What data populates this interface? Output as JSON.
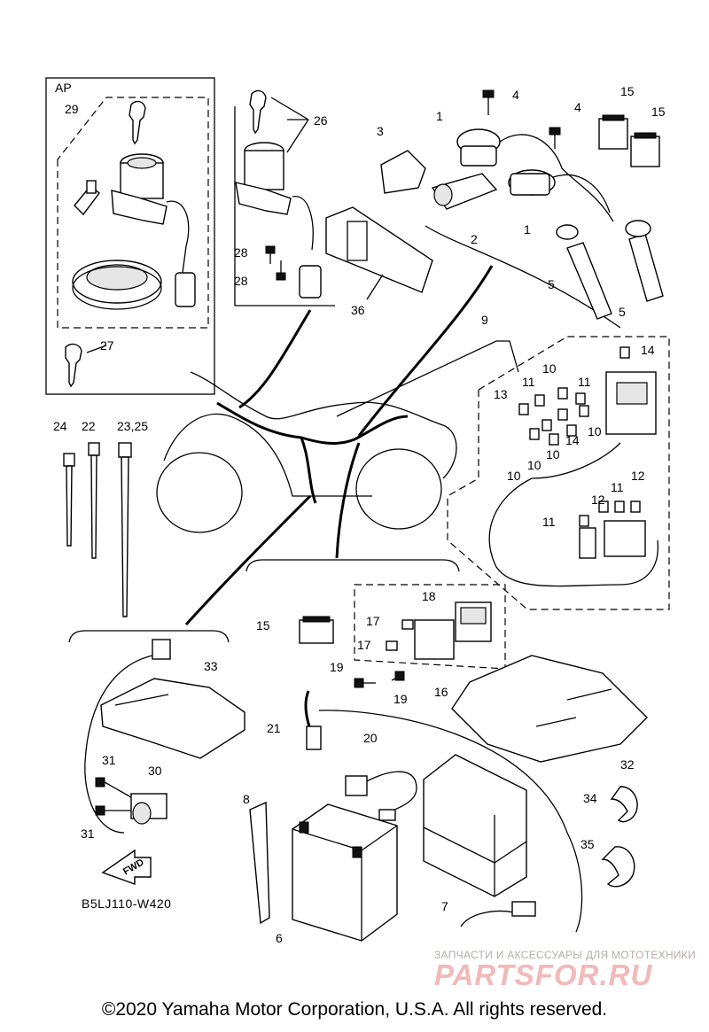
{
  "diagram": {
    "group_label": "AP",
    "code": "B5LJ110-W420",
    "fwd_label": "FWD",
    "callouts": [
      {
        "id": "c29",
        "text": "29"
      },
      {
        "id": "c27",
        "text": "27"
      },
      {
        "id": "c26",
        "text": "26"
      },
      {
        "id": "c28a",
        "text": "28"
      },
      {
        "id": "c28b",
        "text": "28"
      },
      {
        "id": "c36",
        "text": "36"
      },
      {
        "id": "c3",
        "text": "3"
      },
      {
        "id": "c1a",
        "text": "1"
      },
      {
        "id": "c4a",
        "text": "4"
      },
      {
        "id": "c4b",
        "text": "4"
      },
      {
        "id": "c2",
        "text": "2"
      },
      {
        "id": "c1b",
        "text": "1"
      },
      {
        "id": "c5a",
        "text": "5"
      },
      {
        "id": "c5b",
        "text": "5"
      },
      {
        "id": "c15a",
        "text": "15"
      },
      {
        "id": "c15b",
        "text": "15"
      },
      {
        "id": "c9",
        "text": "9"
      },
      {
        "id": "c14a",
        "text": "14"
      },
      {
        "id": "c10a",
        "text": "10"
      },
      {
        "id": "c11a",
        "text": "11"
      },
      {
        "id": "c11b",
        "text": "11"
      },
      {
        "id": "c13",
        "text": "13"
      },
      {
        "id": "c10b",
        "text": "10"
      },
      {
        "id": "c14b",
        "text": "14"
      },
      {
        "id": "c10c",
        "text": "10"
      },
      {
        "id": "c10d",
        "text": "10"
      },
      {
        "id": "c10e",
        "text": "10"
      },
      {
        "id": "c12a",
        "text": "12"
      },
      {
        "id": "c11c",
        "text": "11"
      },
      {
        "id": "c12b",
        "text": "12"
      },
      {
        "id": "c11d",
        "text": "11"
      },
      {
        "id": "c24",
        "text": "24"
      },
      {
        "id": "c22",
        "text": "22"
      },
      {
        "id": "c2325",
        "text": "23,25"
      },
      {
        "id": "c18",
        "text": "18"
      },
      {
        "id": "c15c",
        "text": "15"
      },
      {
        "id": "c17a",
        "text": "17"
      },
      {
        "id": "c17b",
        "text": "17"
      },
      {
        "id": "c19a",
        "text": "19"
      },
      {
        "id": "c19b",
        "text": "19"
      },
      {
        "id": "c16",
        "text": "16"
      },
      {
        "id": "c33",
        "text": "33"
      },
      {
        "id": "c21",
        "text": "21"
      },
      {
        "id": "c20",
        "text": "20"
      },
      {
        "id": "c32",
        "text": "32"
      },
      {
        "id": "c31a",
        "text": "31"
      },
      {
        "id": "c30",
        "text": "30"
      },
      {
        "id": "c31b",
        "text": "31"
      },
      {
        "id": "c8",
        "text": "8"
      },
      {
        "id": "c34",
        "text": "34"
      },
      {
        "id": "c35",
        "text": "35"
      },
      {
        "id": "c7",
        "text": "7"
      },
      {
        "id": "c6",
        "text": "6"
      }
    ]
  },
  "watermark": {
    "tagline": "ЗАПЧАСТИ И АКСЕССУАРЫ ДЛЯ МОТОТЕХНИКИ",
    "brand": "PARTSFOR.RU"
  },
  "footer": {
    "copyright": "©2020 Yamaha Motor Corporation, U.S.A. All rights reserved."
  }
}
